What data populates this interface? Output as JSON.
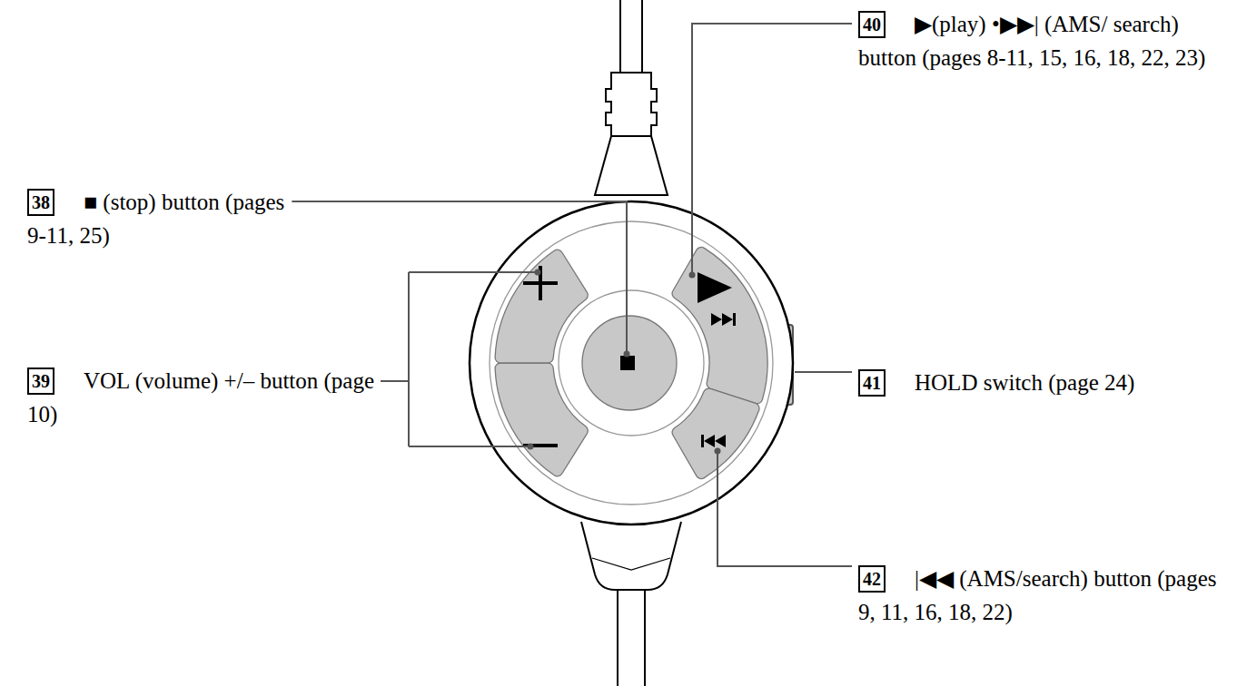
{
  "diagram": {
    "nodes": [
      {
        "text": [
          "38"
        ]
      },
      {
        "text": [
          "39"
        ]
      },
      {
        "text": [
          "40"
        ]
      },
      {
        "text": [
          "41"
        ]
      },
      {
        "text": [
          "42"
        ]
      }
    ],
    "labels": [
      "■ (stop) button (pages 9-11, 25)",
      "VOL (volume) +/– button (page 10)",
      "▶(play) •▶▶| (AMS/ search) button (pages 8-11, 15, 16, 18, 22, 23)",
      "HOLD switch (page 24)",
      "|◀◀ (AMS/search) button (pages 9, 11, 16, 18, 22)"
    ]
  }
}
